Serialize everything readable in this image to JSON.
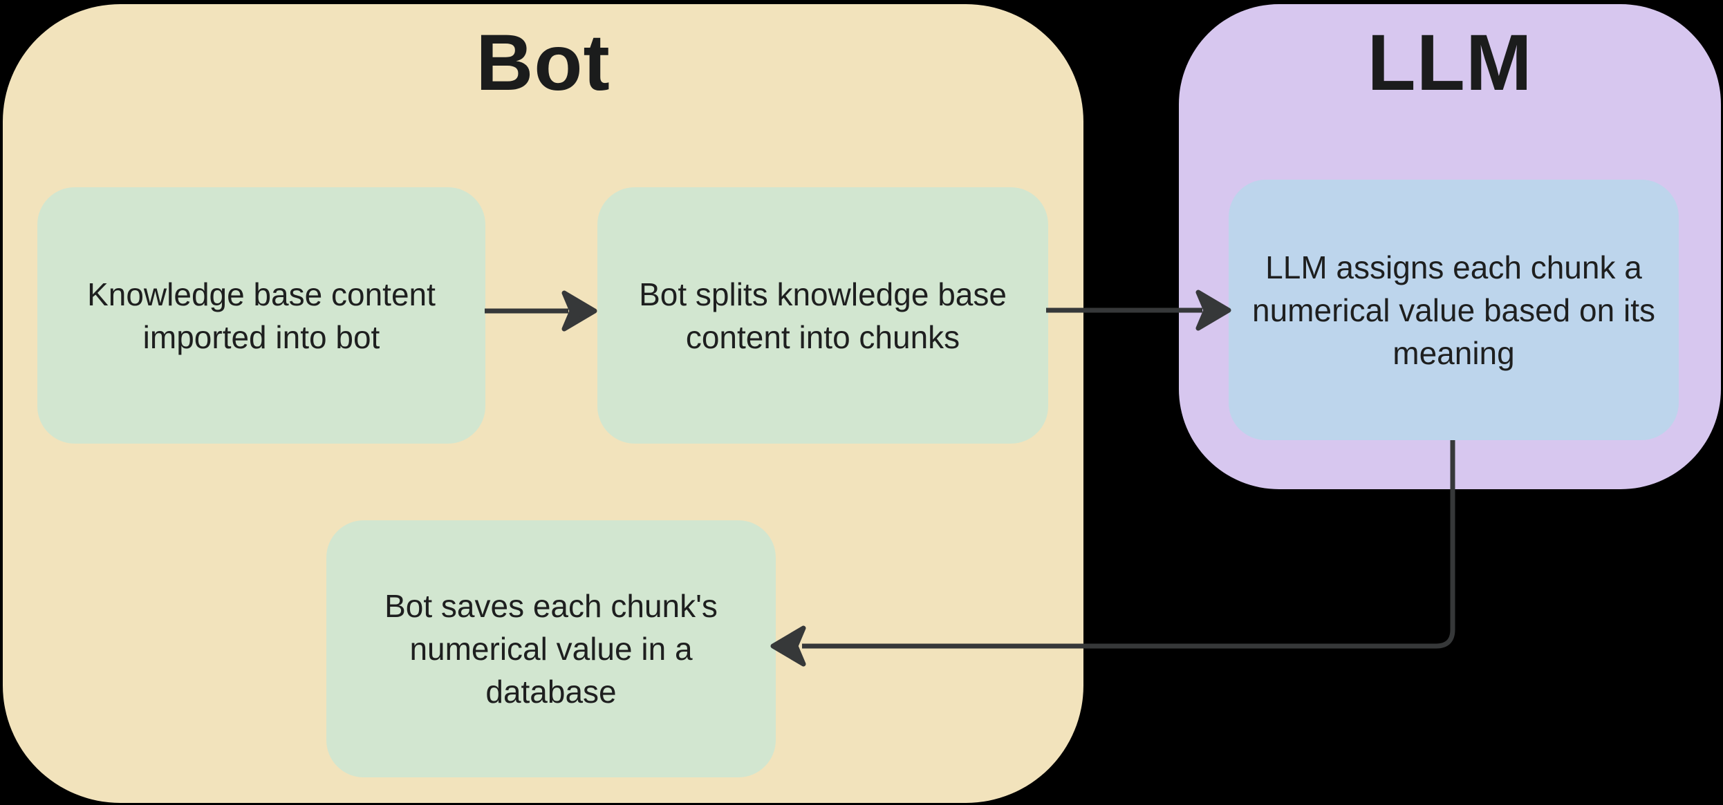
{
  "diagram": {
    "background_color": "#000000",
    "text_color": "#1e1f1f",
    "arrow_color": "#363839",
    "bot": {
      "title": "Bot",
      "fill": "#F2E3BC",
      "nodes": {
        "import": {
          "fill": "#D2E6D0",
          "text": "Knowledge base content imported into bot",
          "lines": [
            "Knowledge base content",
            "imported into bot"
          ]
        },
        "split": {
          "fill": "#D2E6D0",
          "text": "Bot splits knowledge base content into chunks",
          "lines": [
            "Bot splits knowledge base",
            "content into chunks"
          ]
        },
        "save": {
          "fill": "#D2E6D0",
          "text": "Bot saves each chunk's numerical value in a database",
          "lines": [
            "Bot saves each chunk's",
            "numerical value in a",
            "database"
          ]
        }
      }
    },
    "llm": {
      "title": "LLM",
      "fill": "#D7C7EF",
      "nodes": {
        "assign": {
          "fill": "#BDD5EC",
          "text": "LLM assigns each chunk a numerical value based on its meaning",
          "lines": [
            "LLM assigns each chunk a",
            "numerical value based on its",
            "meaning"
          ]
        }
      }
    },
    "arrows": [
      {
        "name": "import-to-split",
        "from": "import",
        "to": "split"
      },
      {
        "name": "split-to-assign",
        "from": "split",
        "to": "assign"
      },
      {
        "name": "assign-to-save",
        "from": "assign",
        "to": "save"
      }
    ]
  }
}
